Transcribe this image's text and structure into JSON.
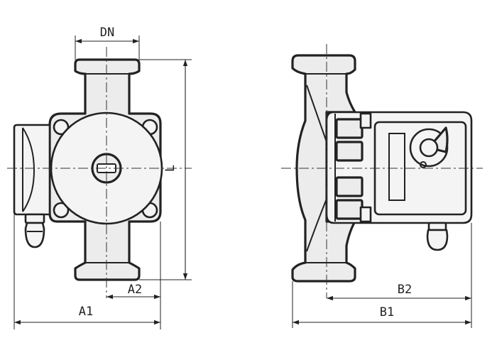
{
  "labels": {
    "dn": "DN",
    "l": "L",
    "a1": "A1",
    "a2": "A2",
    "b1": "B1",
    "b2": "B2"
  }
}
